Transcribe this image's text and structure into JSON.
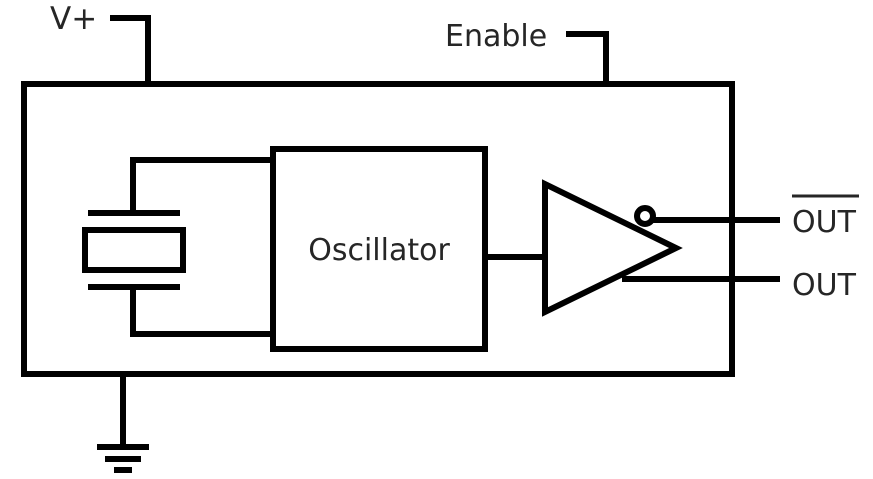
{
  "labels": {
    "supply": "V+",
    "enable": "Enable",
    "oscillator": "Oscillator",
    "out_inverted": "OUT",
    "out": "OUT"
  },
  "colors": {
    "stroke": "#000000",
    "text": "#262626",
    "background": "#ffffff"
  }
}
